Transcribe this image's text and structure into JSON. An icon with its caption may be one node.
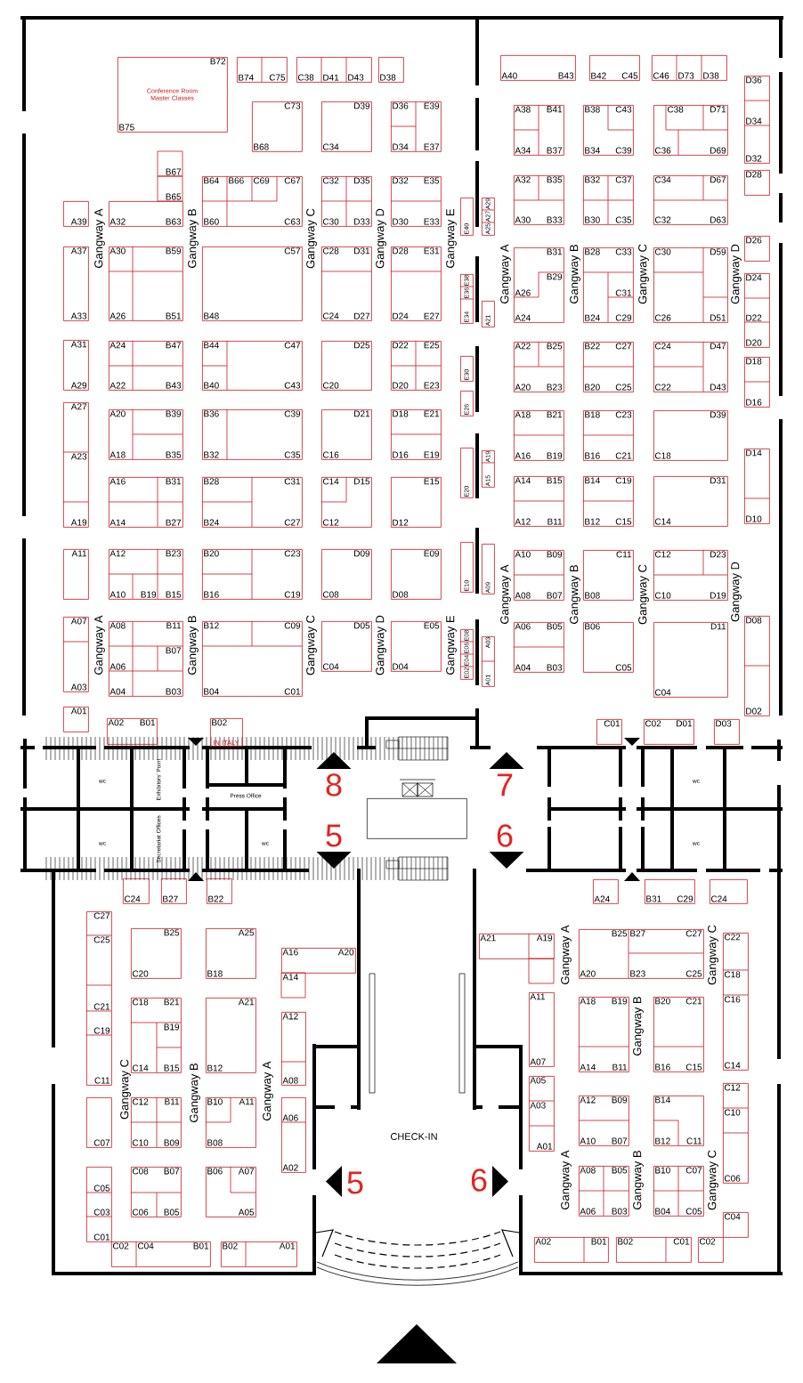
{
  "diagram": {
    "nodes": [
      {
        "text": [
          "B72",
          "Conference Room Master Classes",
          "B75"
        ]
      },
      {
        "text": [
          "B74",
          "C75"
        ]
      },
      {
        "text": [
          "C38",
          "D41",
          "D43"
        ]
      },
      {
        "text": [
          "D38"
        ]
      },
      {
        "text": [
          "C73",
          "B68"
        ]
      },
      {
        "text": [
          "D39",
          "C34"
        ]
      },
      {
        "text": [
          "D36",
          "E39",
          "D34",
          "E37"
        ]
      },
      {
        "text": [
          "A40",
          "B43"
        ]
      },
      {
        "text": [
          "B42",
          "C45"
        ]
      },
      {
        "text": [
          "C46",
          "D73",
          "D38"
        ]
      },
      {
        "text": [
          "D36",
          "D34",
          "D32"
        ]
      },
      {
        "text": [
          "A38",
          "B41",
          "A34",
          "B37"
        ]
      },
      {
        "text": [
          "B38",
          "C43",
          "B34",
          "C39"
        ]
      },
      {
        "text": [
          "C38",
          "D71",
          "C36",
          "D69"
        ]
      },
      {
        "text": [
          "B67",
          "B65",
          "A32",
          "B63"
        ]
      },
      {
        "text": [
          "B64",
          "B66",
          "C69",
          "C67",
          "B60",
          "C63"
        ]
      },
      {
        "text": [
          "C32",
          "D35",
          "C30",
          "D33"
        ]
      },
      {
        "text": [
          "D32",
          "E35",
          "D30",
          "E33"
        ]
      },
      {
        "text": [
          "A39"
        ]
      },
      {
        "text": [
          "E40"
        ]
      },
      {
        "text": [
          "A29",
          "A27",
          "A25"
        ]
      },
      {
        "text": [
          "A32",
          "B35",
          "A30",
          "B33"
        ]
      },
      {
        "text": [
          "B32",
          "C37",
          "B30",
          "C35"
        ]
      },
      {
        "text": [
          "C34",
          "D67",
          "C32",
          "D63"
        ]
      },
      {
        "text": [
          "D28"
        ]
      },
      {
        "text": [
          "A37",
          "A33"
        ]
      },
      {
        "text": [
          "A30",
          "B59",
          "A26",
          "B51"
        ]
      },
      {
        "text": [
          "C57",
          "B48"
        ]
      },
      {
        "text": [
          "C28",
          "D31",
          "C24",
          "D27"
        ]
      },
      {
        "text": [
          "D28",
          "E31",
          "D24",
          "E27"
        ]
      },
      {
        "text": [
          "E38",
          "E36",
          "E34"
        ]
      },
      {
        "text": [
          "A21"
        ]
      },
      {
        "text": [
          "B31",
          "B29",
          "A26",
          "A24"
        ]
      },
      {
        "text": [
          "B28",
          "C33",
          "C31",
          "B24",
          "C29"
        ]
      },
      {
        "text": [
          "C30",
          "D59",
          "C26",
          "D51"
        ]
      },
      {
        "text": [
          "D26"
        ]
      },
      {
        "text": [
          "D24",
          "D22",
          "D20"
        ]
      },
      {
        "text": [
          "A31",
          "A29"
        ]
      },
      {
        "text": [
          "A24",
          "B47",
          "A22",
          "B43"
        ]
      },
      {
        "text": [
          "B44",
          "C47",
          "B40",
          "C43"
        ]
      },
      {
        "text": [
          "D25",
          "C20"
        ]
      },
      {
        "text": [
          "D22",
          "E25",
          "D20",
          "E23"
        ]
      },
      {
        "text": [
          "E30"
        ]
      },
      {
        "text": [
          "A22",
          "B25",
          "A20",
          "B23"
        ]
      },
      {
        "text": [
          "B22",
          "C27",
          "B20",
          "C25"
        ]
      },
      {
        "text": [
          "C24",
          "D47",
          "C22",
          "D43"
        ]
      },
      {
        "text": [
          "D18",
          "D16"
        ]
      },
      {
        "text": [
          "E26"
        ]
      },
      {
        "text": [
          "A27",
          "A23",
          "A19"
        ]
      },
      {
        "text": [
          "A20",
          "B39",
          "A18",
          "B35"
        ]
      },
      {
        "text": [
          "B36",
          "C39",
          "B32",
          "C35"
        ]
      },
      {
        "text": [
          "D21",
          "C16"
        ]
      },
      {
        "text": [
          "D18",
          "E21",
          "D16",
          "E19"
        ]
      },
      {
        "text": [
          "A18",
          "B21",
          "A16",
          "B19"
        ]
      },
      {
        "text": [
          "B18",
          "C23",
          "B16",
          "C21"
        ]
      },
      {
        "text": [
          "D39",
          "C18"
        ]
      },
      {
        "text": [
          "E20"
        ]
      },
      {
        "text": [
          "A19",
          "A15"
        ]
      },
      {
        "text": [
          "D14",
          "D10"
        ]
      },
      {
        "text": [
          "A16",
          "B31",
          "A14",
          "B27"
        ]
      },
      {
        "text": [
          "B28",
          "C31",
          "B24",
          "C27"
        ]
      },
      {
        "text": [
          "C14",
          "D15",
          "C12"
        ]
      },
      {
        "text": [
          "E15",
          "D12"
        ]
      },
      {
        "text": [
          "A14",
          "B15",
          "A12",
          "B11"
        ]
      },
      {
        "text": [
          "B14",
          "C19",
          "B12",
          "C15"
        ]
      },
      {
        "text": [
          "D31",
          "C14"
        ]
      },
      {
        "text": [
          "A11"
        ]
      },
      {
        "text": [
          "A12",
          "B23",
          "A10",
          "B19",
          "B15"
        ]
      },
      {
        "text": [
          "B20",
          "C23",
          "B16",
          "C19"
        ]
      },
      {
        "text": [
          "D09",
          "C08"
        ]
      },
      {
        "text": [
          "E09",
          "D08"
        ]
      },
      {
        "text": [
          "E10"
        ]
      },
      {
        "text": [
          "A09"
        ]
      },
      {
        "text": [
          "A10",
          "B09",
          "A08",
          "B07"
        ]
      },
      {
        "text": [
          "C11",
          "B08"
        ]
      },
      {
        "text": [
          "C12",
          "D23",
          "C10",
          "D19"
        ]
      },
      {
        "text": [
          "A07",
          "A03"
        ]
      },
      {
        "text": [
          "A08",
          "B11",
          "A06",
          "B07",
          "A04",
          "B03"
        ]
      },
      {
        "text": [
          "B12",
          "C09",
          "B04",
          "C01"
        ]
      },
      {
        "text": [
          "D05",
          "C04"
        ]
      },
      {
        "text": [
          "E05",
          "D04"
        ]
      },
      {
        "text": [
          "E08",
          "E06",
          "E04",
          "E02"
        ]
      },
      {
        "text": [
          "A03",
          "A01"
        ]
      },
      {
        "text": [
          "A06",
          "B05",
          "A04",
          "B03"
        ]
      },
      {
        "text": [
          "B06",
          "C05"
        ]
      },
      {
        "text": [
          "D11",
          "C04"
        ]
      },
      {
        "text": [
          "D08",
          "D02"
        ]
      },
      {
        "text": [
          "A01"
        ]
      },
      {
        "text": [
          "A02",
          "B01"
        ]
      },
      {
        "text": [
          "B02",
          "IN ITALY"
        ]
      },
      {
        "text": [
          "C01"
        ]
      },
      {
        "text": [
          "C02",
          "D01"
        ]
      },
      {
        "text": [
          "D03"
        ]
      },
      {
        "text": [],
        "shape": "box"
      },
      {
        "text": [
          "C24"
        ]
      },
      {
        "text": [
          "B27"
        ]
      },
      {
        "text": [
          "B22"
        ]
      },
      {
        "text": [
          "A24"
        ]
      },
      {
        "text": [
          "B31",
          "C29"
        ]
      },
      {
        "text": [
          "C24"
        ]
      },
      {
        "text": [
          "C27",
          "C25",
          "C21",
          "C19",
          "C11"
        ]
      },
      {
        "text": [
          "B25",
          "C20"
        ]
      },
      {
        "text": [
          "A25",
          "B18"
        ]
      },
      {
        "text": [
          "A16",
          "A20",
          "A14"
        ]
      },
      {
        "text": [
          "A21",
          "A19"
        ]
      },
      {
        "text": [
          "B25",
          "B27",
          "C27",
          "A20",
          "B23",
          "C25"
        ]
      },
      {
        "text": [
          "C22",
          "C18",
          "C16",
          "C14"
        ]
      },
      {
        "text": [
          "C18",
          "B21",
          "B19",
          "C14",
          "B15"
        ]
      },
      {
        "text": [
          "A21",
          "B12"
        ]
      },
      {
        "text": [
          "A12",
          "A08"
        ]
      },
      {
        "text": [
          "A11",
          "A07"
        ]
      },
      {
        "text": [
          "A18",
          "B19",
          "A14",
          "B11"
        ]
      },
      {
        "text": [
          "B20",
          "C21",
          "B16",
          "C15"
        ]
      },
      {
        "text": [
          "C07"
        ]
      },
      {
        "text": [
          "C12",
          "B11",
          "C10",
          "B09"
        ]
      },
      {
        "text": [
          "B10",
          "A11",
          "B08"
        ]
      },
      {
        "text": [
          "A06",
          "A02"
        ]
      },
      {
        "text": [
          "A05",
          "A03",
          "A01"
        ]
      },
      {
        "text": [
          "C12",
          "C10",
          "C06"
        ]
      },
      {
        "text": [
          "A12",
          "B09",
          "A10",
          "B07"
        ]
      },
      {
        "text": [
          "B14",
          "B12",
          "C11"
        ]
      },
      {
        "text": [
          "C05",
          "C03",
          "C01"
        ]
      },
      {
        "text": [
          "C08",
          "B07",
          "C06",
          "B05"
        ]
      },
      {
        "text": [
          "B06",
          "A07",
          "A05"
        ]
      },
      {
        "text": [
          "A08",
          "B05",
          "A06",
          "B03"
        ]
      },
      {
        "text": [
          "B10",
          "C07",
          "B04",
          "C05"
        ]
      },
      {
        "text": [
          "C04"
        ]
      },
      {
        "text": [
          "C02",
          "C04",
          "B01"
        ]
      },
      {
        "text": [
          "B02",
          "A01"
        ]
      },
      {
        "text": [
          "A02",
          "B01"
        ]
      },
      {
        "text": [
          "B02",
          "C01"
        ]
      },
      {
        "text": [
          "C02"
        ]
      }
    ],
    "labels": [
      "Gangway A",
      "Gangway B",
      "Gangway C",
      "Gangway D",
      "Gangway E",
      "Gangway A",
      "Gangway B",
      "Gangway C",
      "Gangway D",
      "Gangway A",
      "Gangway B",
      "Gangway C",
      "Gangway D",
      "Gangway A",
      "Gangway B",
      "Gangway C",
      "Gangway D",
      "Gangway E",
      "wc",
      "Exhibitors' Point",
      "Press Office",
      "8",
      "7",
      "wc",
      "wc",
      "Secretariat Offices",
      "wc",
      "5",
      "6",
      "wc",
      "Gangway A",
      "Gangway C",
      "Gangway B",
      "Gangway C",
      "Gangway B",
      "Gangway A",
      "CHECK-IN",
      "Gangway A",
      "Gangway B",
      "Gangway C",
      "5",
      "6"
    ]
  }
}
